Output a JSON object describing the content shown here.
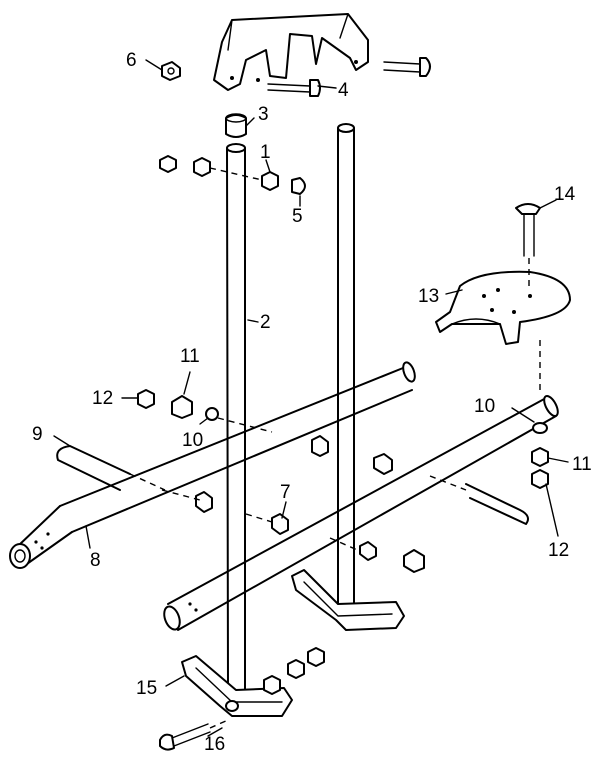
{
  "callouts": [
    {
      "id": "6",
      "text": "6"
    },
    {
      "id": "4",
      "text": "4"
    },
    {
      "id": "3",
      "text": "3"
    },
    {
      "id": "1",
      "text": "1"
    },
    {
      "id": "5",
      "text": "5"
    },
    {
      "id": "2",
      "text": "2"
    },
    {
      "id": "14",
      "text": "14"
    },
    {
      "id": "13",
      "text": "13"
    },
    {
      "id": "11a",
      "text": "11"
    },
    {
      "id": "12a",
      "text": "12"
    },
    {
      "id": "10a",
      "text": "10"
    },
    {
      "id": "9",
      "text": "9"
    },
    {
      "id": "10b",
      "text": "10"
    },
    {
      "id": "11b",
      "text": "11"
    },
    {
      "id": "7",
      "text": "7"
    },
    {
      "id": "8",
      "text": "8"
    },
    {
      "id": "12b",
      "text": "12"
    },
    {
      "id": "15",
      "text": "15"
    },
    {
      "id": "16",
      "text": "16"
    }
  ]
}
